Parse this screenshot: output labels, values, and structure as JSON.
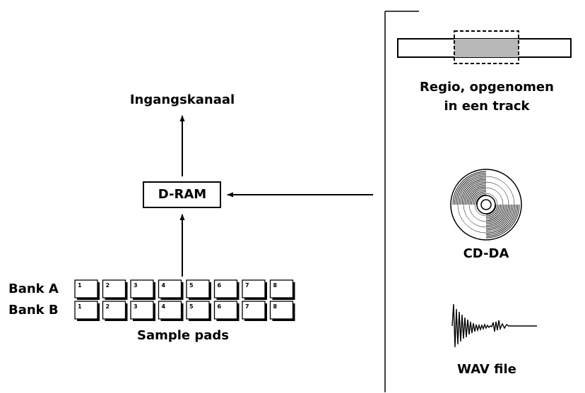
{
  "labels": {
    "input_channel": "Ingangskanaal",
    "dram": "D-RAM",
    "bank_a": "Bank A",
    "bank_b": "Bank B",
    "sample_pads": "Sample pads",
    "region_line1": "Regio, opgenomen",
    "region_line2": "in een track",
    "cdda": "CD-DA",
    "wav": "WAV file"
  },
  "pads": {
    "numbers": [
      "1",
      "2",
      "3",
      "4",
      "5",
      "6",
      "7",
      "8"
    ]
  },
  "icons": {
    "region": "track-region-icon",
    "cd": "cd-disc-icon",
    "wav": "waveform-icon"
  },
  "colors": {
    "line": "#000000",
    "region_fill": "#b8b8b8",
    "background": "#ffffff"
  }
}
